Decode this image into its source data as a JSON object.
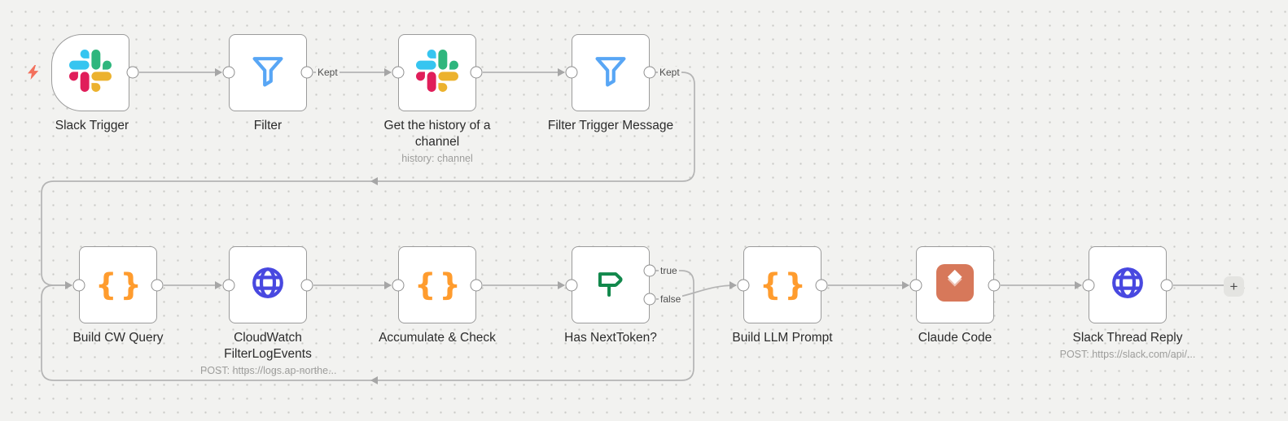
{
  "canvas": {
    "background_color": "#f2f2f0",
    "grid_dot_color": "#c9c9c6",
    "edge_color": "#b4b4b4"
  },
  "icons": {
    "code_braces_glyph": "{}",
    "slack_colors": {
      "blue": "#36C5F0",
      "green": "#2EB67D",
      "red": "#E01E5A",
      "yellow": "#ECB22E"
    },
    "filter_funnel_color": "#58a6f5",
    "globe_color": "#4848e0",
    "if_signpost_color": "#12884c",
    "claude_code_color": "#d7785a",
    "bolt_color": "#f3705c"
  },
  "nodes": [
    {
      "id": "slack-trigger",
      "title": "Slack Trigger",
      "icon": "slack-icon",
      "shape": "trigger"
    },
    {
      "id": "filter",
      "title": "Filter",
      "icon": "filter-funnel-icon",
      "output_label": "Kept"
    },
    {
      "id": "get-channel-history",
      "title": "Get the history of a channel",
      "subtitle": "history: channel",
      "icon": "slack-icon"
    },
    {
      "id": "filter-trigger-message",
      "title": "Filter Trigger Message",
      "icon": "filter-funnel-icon",
      "output_label": "Kept"
    },
    {
      "id": "build-cw-query",
      "title": "Build CW Query",
      "icon": "code-braces-icon"
    },
    {
      "id": "cloudwatch-filterlogevents",
      "title": "CloudWatch FilterLogEvents",
      "subtitle": "POST: https://logs.ap-northe...",
      "icon": "globe-icon"
    },
    {
      "id": "accumulate-check",
      "title": "Accumulate & Check",
      "icon": "code-braces-icon"
    },
    {
      "id": "has-nexttoken",
      "title": "Has NextToken?",
      "icon": "if-signpost-icon",
      "output_labels": [
        "true",
        "false"
      ]
    },
    {
      "id": "build-llm-prompt",
      "title": "Build LLM Prompt",
      "icon": "code-braces-icon"
    },
    {
      "id": "claude-code",
      "title": "Claude Code",
      "icon": "claude-code-icon"
    },
    {
      "id": "slack-thread-reply",
      "title": "Slack Thread Reply",
      "subtitle": "POST: https://slack.com/api/...",
      "icon": "globe-icon"
    }
  ],
  "add_button_label": "+"
}
